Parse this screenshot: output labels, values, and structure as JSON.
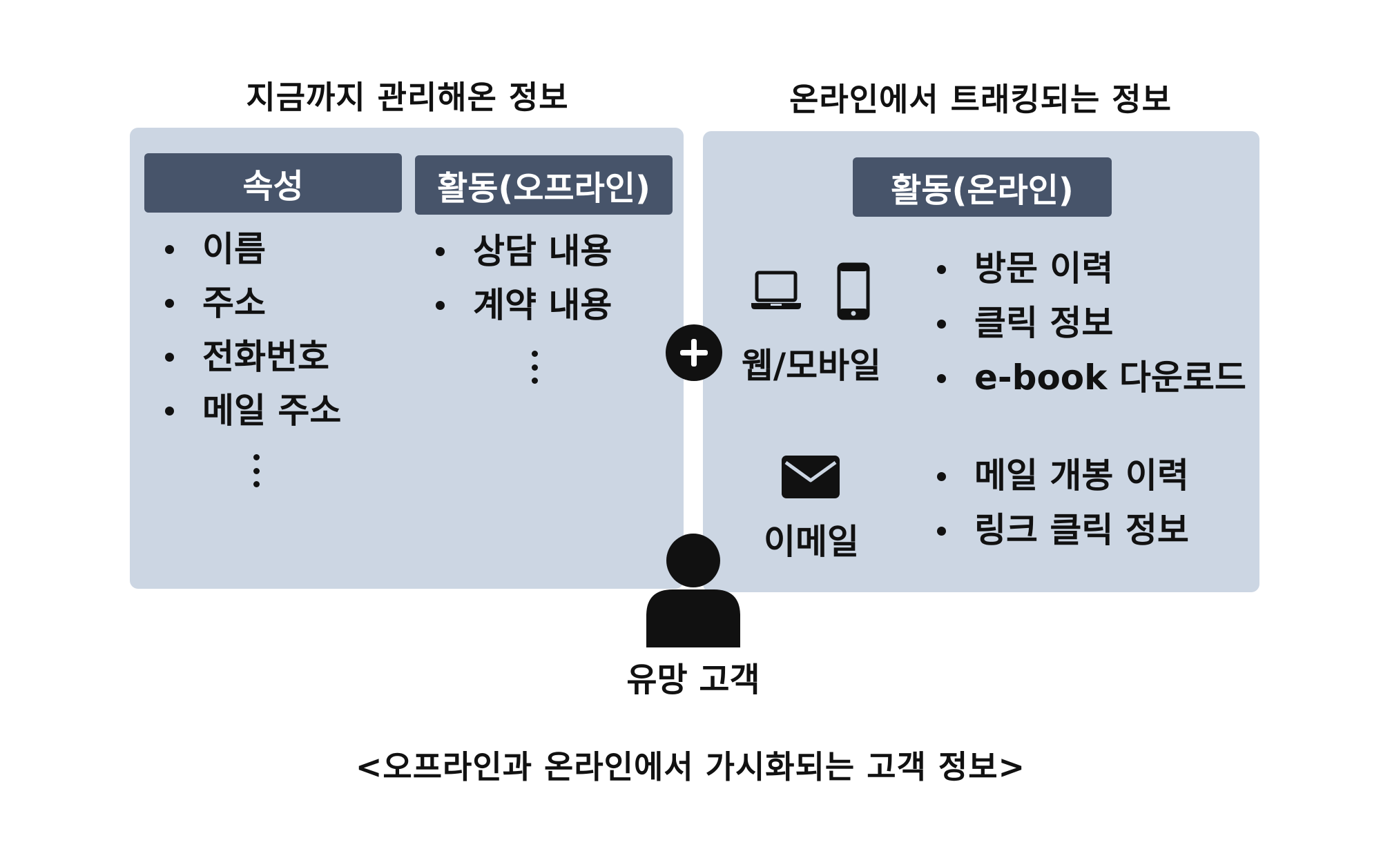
{
  "offline_section": {
    "title": "지금까지 관리해온 정보",
    "attributes": {
      "header": "속성",
      "items": [
        "이름",
        "주소",
        "전화번호",
        "메일 주소"
      ],
      "more": "⋮"
    },
    "activities": {
      "header": "활동(오프라인)",
      "items": [
        "상담 내용",
        "계약 내용"
      ],
      "more": "⋮"
    }
  },
  "online_section": {
    "title": "온라인에서 트래킹되는 정보",
    "header": "활동(온라인)",
    "channels": [
      {
        "label": "웹/모바일",
        "icons": [
          "laptop-icon",
          "smartphone-icon"
        ],
        "items": [
          "방문 이력",
          "클릭 정보",
          "e-book 다운로드"
        ]
      },
      {
        "label": "이메일",
        "icons": [
          "envelope-icon"
        ],
        "items": [
          "메일 개봉 이력",
          "링크 클릭 정보"
        ]
      }
    ]
  },
  "connector": {
    "icon": "plus-icon"
  },
  "customer": {
    "icon": "person-icon",
    "label": "유망 고객"
  },
  "caption": "<오프라인과 온라인에서 가시화되는 고객 정보>",
  "colors": {
    "panel": "#ccd6e3",
    "header": "#47546a",
    "header_text": "#ffffff",
    "icon": "#111111",
    "background": "#ffffff"
  }
}
